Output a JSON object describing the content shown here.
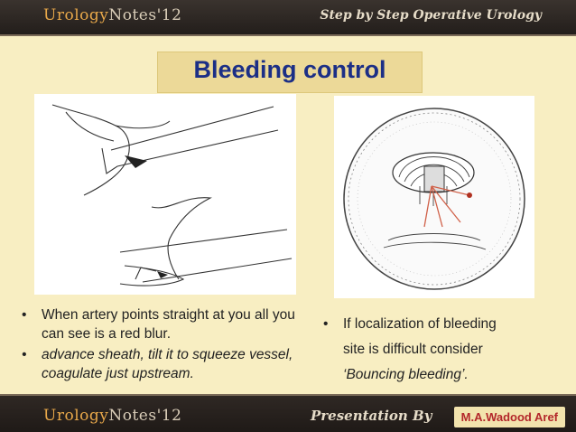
{
  "header": {
    "brand_prefix": "Urology",
    "brand_suffix": "Notes'12",
    "series_title": "Step by Step Operative Urology"
  },
  "slide": {
    "title": "Bleeding control"
  },
  "left_bullets": [
    " When artery points straight at you all you can see is a red blur.",
    "advance sheath, tilt it to squeeze vessel, coagulate just upstream."
  ],
  "right_bullets": {
    "line1": "If localization of bleeding",
    "line2": "site is difficult consider",
    "line3": "‘Bouncing bleeding’."
  },
  "footer": {
    "brand_prefix": "Urology",
    "brand_suffix": "Notes'12",
    "presentation_label": "Presentation By",
    "author": "M.A.Wadood Aref"
  },
  "colors": {
    "background": "#f8eec2",
    "title_text": "#1c2f86",
    "title_box": "#ecd998",
    "author_text": "#b3262a"
  }
}
